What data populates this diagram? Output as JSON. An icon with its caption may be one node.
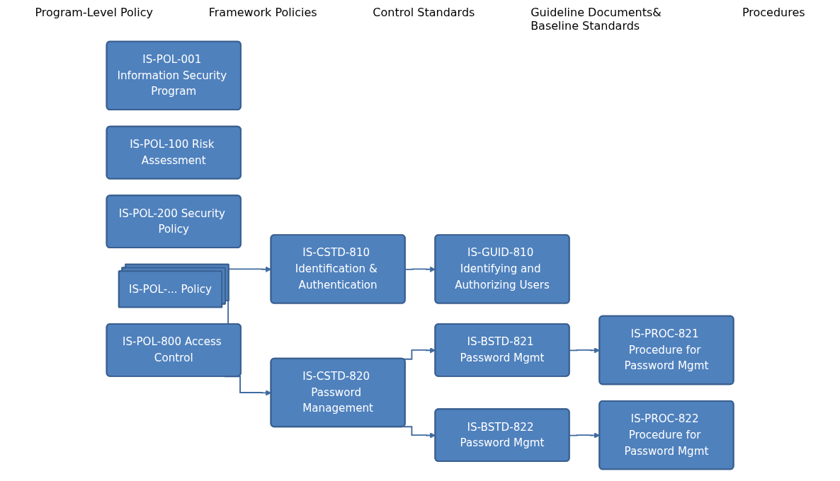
{
  "diagram": {
    "nodes": [
      {
        "text": [
          "IS-POL-001 Information Security Program"
        ]
      },
      {
        "text": [
          "IS-POL-100 Risk Assessment"
        ]
      },
      {
        "text": [
          "IS-POL-200 Security Policy"
        ]
      },
      {
        "text": [
          "IS-POL-... Policy"
        ]
      },
      {
        "text": [
          "IS-POL-800 Access Control"
        ]
      },
      {
        "text": [
          "IS-CSTD-810 Identification & Authentication"
        ]
      },
      {
        "text": [
          "IS-CSTD-820 Password Management"
        ]
      },
      {
        "text": [
          "IS-GUID-810 Identifying and Authorizing Users"
        ]
      },
      {
        "text": [
          "IS-BSTD-821 Password Mgmt"
        ]
      },
      {
        "text": [
          "IS-BSTD-822 Password Mgmt"
        ]
      },
      {
        "text": [
          "IS-PROC-821 Procedure for Password Mgmt"
        ]
      },
      {
        "text": [
          "IS-PROC-822 Procedure for Password Mgmt"
        ]
      }
    ],
    "edges": [
      {
        "from": 4,
        "to": 5,
        "arrow": "to"
      },
      {
        "from": 4,
        "to": 6,
        "arrow": "to"
      },
      {
        "from": 5,
        "to": 7,
        "arrow": "to"
      },
      {
        "from": 6,
        "to": 8,
        "arrow": "to"
      },
      {
        "from": 6,
        "to": 9,
        "arrow": "to"
      },
      {
        "from": 8,
        "to": 10,
        "arrow": "to"
      },
      {
        "from": 9,
        "to": 11,
        "arrow": "to"
      }
    ],
    "labels": [
      "Program-Level Policy",
      "Framework Policies",
      "Control Standards",
      "Guideline Documents& Baseline Standards",
      "Procedures"
    ]
  }
}
